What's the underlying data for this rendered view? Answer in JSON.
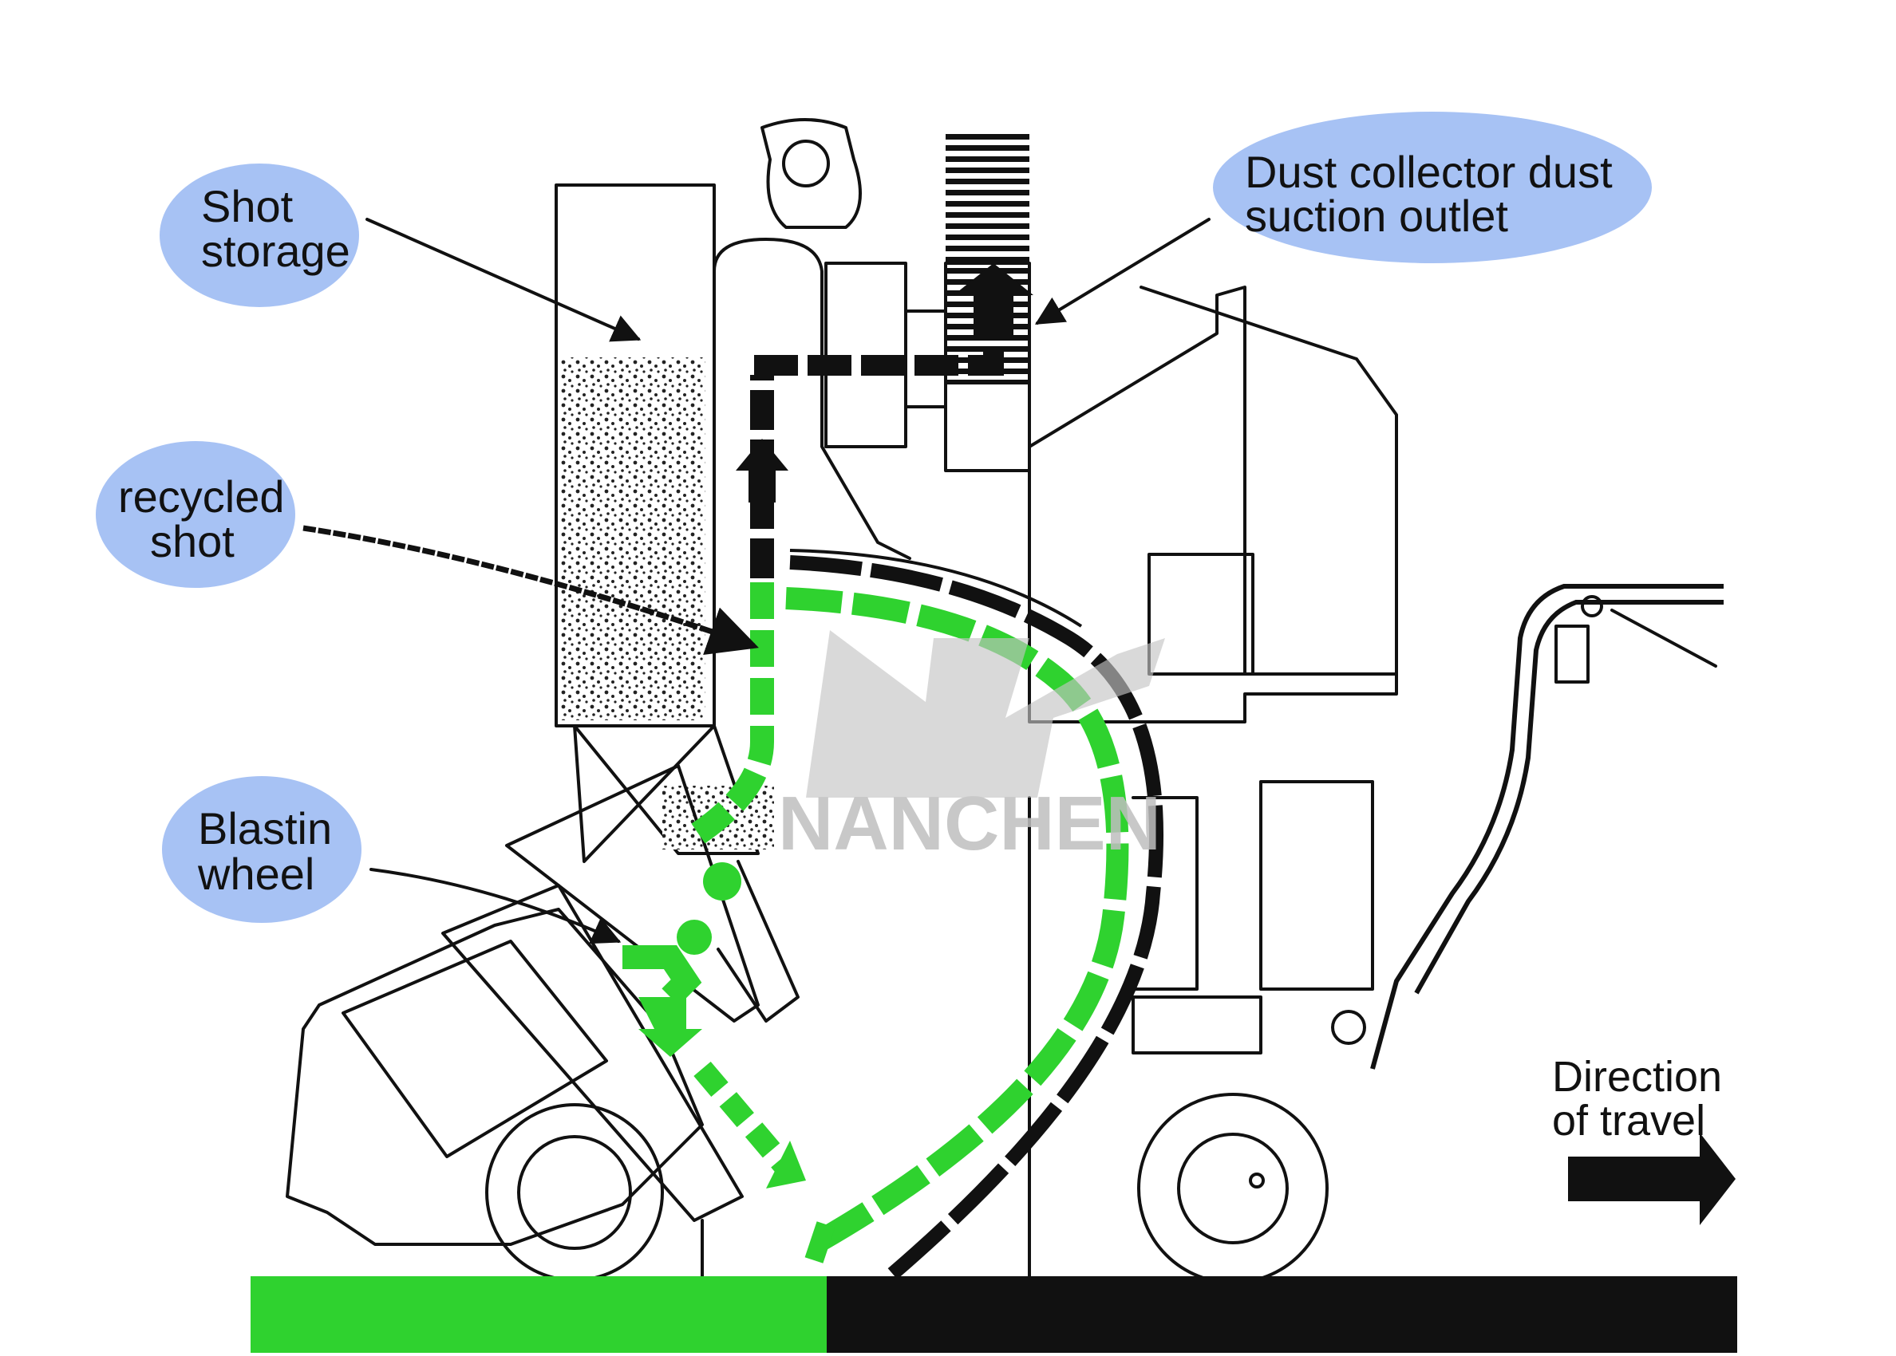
{
  "colors": {
    "bubble": "#a7c2f4",
    "shot_green": "#2fd22f",
    "air_black": "#111111",
    "watermark": "#bfbfbf"
  },
  "labels": {
    "shot_storage": [
      "Shot",
      "storage"
    ],
    "dust_outlet": [
      "Dust collector dust",
      "suction outlet"
    ],
    "recycled_shot": [
      "recycled",
      "shot"
    ],
    "blasting_wheel": [
      "Blastin",
      "wheel"
    ],
    "direction": [
      "Direction",
      "of travel"
    ]
  },
  "watermark": {
    "brand": "NANCHEN"
  },
  "icons": {
    "direction_arrow": "right-arrow-icon",
    "exhaust_arrow": "up-arrow-icon"
  }
}
